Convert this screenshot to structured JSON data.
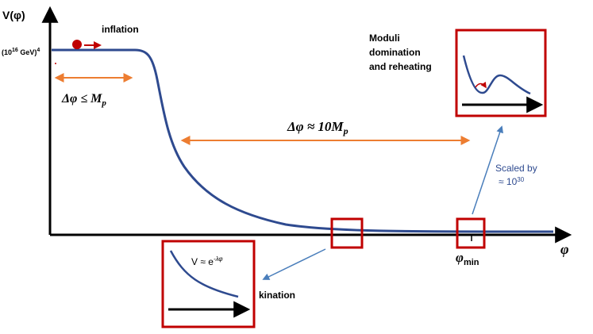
{
  "axes": {
    "y_label": "V(φ)",
    "x_label": "φ"
  },
  "scale_label": {
    "base": "(10",
    "exp": "16",
    "unit": " GeV)",
    "power": "4"
  },
  "inflation_label": "inflation",
  "delta_small": {
    "lhs": "Δφ ≤ M",
    "sub": "p"
  },
  "delta_large": {
    "lhs": "Δφ ≈ 10M",
    "sub": "p"
  },
  "moduli_label": [
    "Moduli",
    "domination",
    "and reheating"
  ],
  "scaled_label": {
    "line1": "Scaled by",
    "line2": "≈ 10",
    "exp": "30"
  },
  "phi_min": {
    "main": "φ",
    "sub": "min"
  },
  "kination_label": "kination",
  "kination_formula": {
    "main": "V ≈ e",
    "exp": "-λφ"
  },
  "colors": {
    "curve": "#2e4a8f",
    "box": "#c00000",
    "double_arrow": "#ed7d31",
    "pointer": "#4a7ebb",
    "ball": "#c00000",
    "axis": "#000000"
  }
}
